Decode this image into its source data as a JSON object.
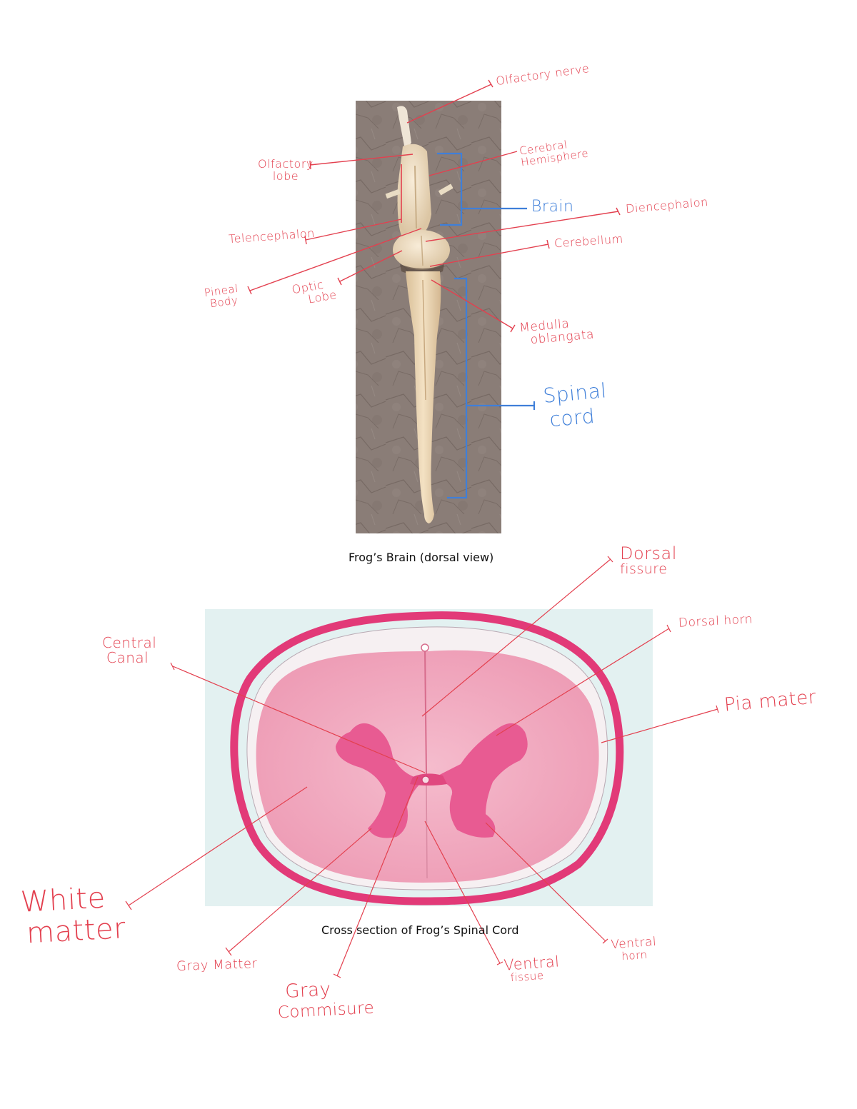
{
  "colors": {
    "annotation_red": "#e3404f",
    "annotation_blue": "#3f7fd9",
    "histology_bg": "#e3f1f1",
    "tissue_pink": "#f0a6bd",
    "membrane_magenta": "#e23a78",
    "gray_matter": "#e85b92",
    "photo_bg": "#8a7c75",
    "brain_tissue": "#efdcbd"
  },
  "figure1": {
    "caption": "Frog’s Brain (dorsal view)",
    "labels": {
      "olfactory_nerve": "Olfactory nerve",
      "olfactory_lobe_1": "Olfactory",
      "olfactory_lobe_2": "lobe",
      "cerebral_hemisphere_1": "Cerebral",
      "cerebral_hemisphere_2": "Hemisphere",
      "brain": "Brain",
      "diencephalon": "Diencephalon",
      "telencephalon": "Telencephalon",
      "cerebellum": "Cerebellum",
      "pineal_body_1": "Pineal",
      "pineal_body_2": "Body",
      "optic_lobe_1": "Optic",
      "optic_lobe_2": "Lobe",
      "medulla_1": "Medulla",
      "medulla_2": "oblangata",
      "spinal_cord_1": "Spinal",
      "spinal_cord_2": "cord"
    }
  },
  "figure2": {
    "caption": "Cross section of Frog’s Spinal Cord",
    "labels": {
      "dorsal_fissure_1": "Dorsal",
      "dorsal_fissure_2": "fissure",
      "dorsal_horn": "Dorsal horn",
      "pia_mater": "Pia mater",
      "central_canal_1": "Central",
      "central_canal_2": "Canal",
      "white_matter_1": "White",
      "white_matter_2": "matter",
      "gray_matter": "Gray Matter",
      "gray_commisure_1": "Gray",
      "gray_commisure_2": "Commisure",
      "ventral_fissure_1": "Ventral",
      "ventral_fissure_2": "fissue",
      "ventral_horn_1": "Ventral",
      "ventral_horn_2": "horn"
    }
  }
}
